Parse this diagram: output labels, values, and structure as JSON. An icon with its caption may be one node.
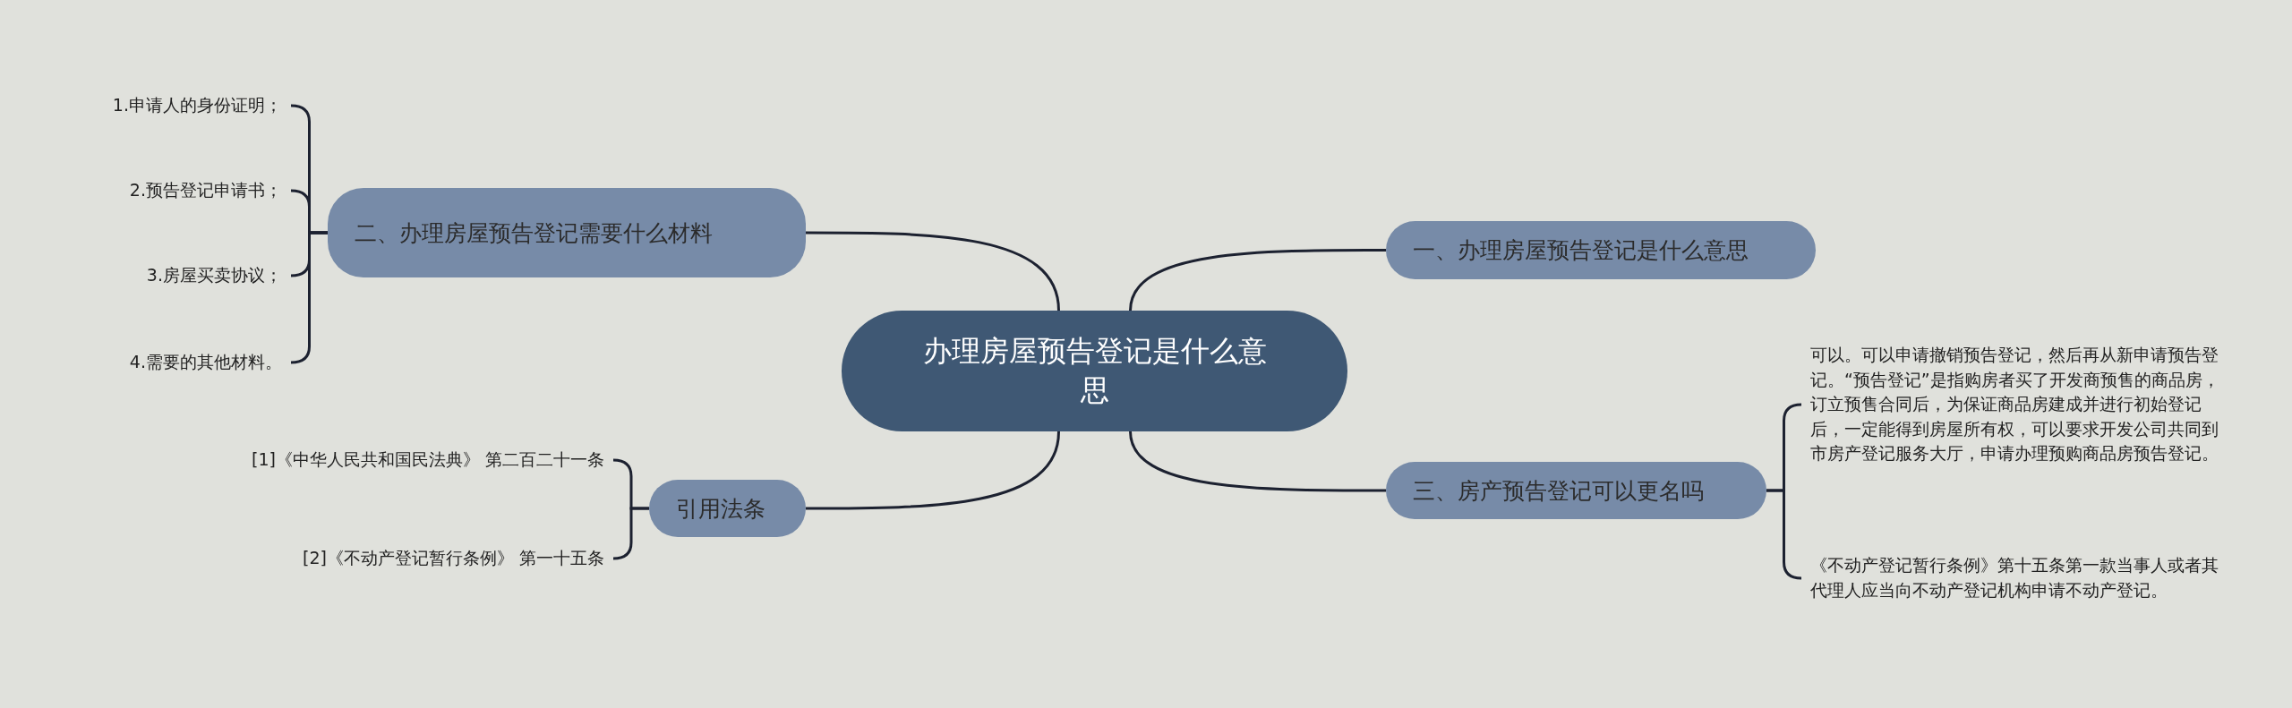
{
  "diagram": {
    "nodes": [
      {
        "text": [
          "办理房屋预告登记是什么意思"
        ]
      },
      {
        "text": [
          "一、办理房屋预告登记是什么意思"
        ]
      },
      {
        "text": [
          "二、办理房屋预告登记需要什么材料"
        ]
      },
      {
        "text": [
          "三、房产预告登记可以更名吗"
        ]
      },
      {
        "text": [
          "引用法条"
        ]
      },
      {
        "text": [
          "1.申请人的身份证明；"
        ]
      },
      {
        "text": [
          "2.预告登记申请书；"
        ]
      },
      {
        "text": [
          "3.房屋买卖协议；"
        ]
      },
      {
        "text": [
          "4.需要的其他材料。"
        ]
      },
      {
        "text": [
          "可以。可以申请撤销预告登记，然后再从新申请预告登记。“预告登记”是指购房者买了开发商预售的商品房，订立预售合同后，为保证商品房建成并进行初始登记后，一定能得到房屋所有权，可以要求开发公司共同到市房产登记服务大厅，申请办理预购商品房预告登记。"
        ]
      },
      {
        "text": [
          "《不动产登记暂行条例》第十五条第一款当事人或者其代理人应当向不动产登记机构申请不动产登记。"
        ]
      },
      {
        "text": [
          "[1]《中华人民共和国民法典》 第二百二十一条"
        ]
      },
      {
        "text": [
          "[2]《不动产登记暂行条例》 第一十五条"
        ]
      }
    ],
    "edges": [
      {
        "from": 0,
        "to": 1,
        "arrow": "none"
      },
      {
        "from": 0,
        "to": 2,
        "arrow": "none"
      },
      {
        "from": 0,
        "to": 3,
        "arrow": "none"
      },
      {
        "from": 0,
        "to": 4,
        "arrow": "none"
      },
      {
        "from": 2,
        "to": 5,
        "arrow": "none"
      },
      {
        "from": 2,
        "to": 6,
        "arrow": "none"
      },
      {
        "from": 2,
        "to": 7,
        "arrow": "none"
      },
      {
        "from": 2,
        "to": 8,
        "arrow": "none"
      },
      {
        "from": 3,
        "to": 9,
        "arrow": "none"
      },
      {
        "from": 3,
        "to": 10,
        "arrow": "none"
      },
      {
        "from": 4,
        "to": 11,
        "arrow": "none"
      },
      {
        "from": 4,
        "to": 12,
        "arrow": "none"
      }
    ]
  }
}
